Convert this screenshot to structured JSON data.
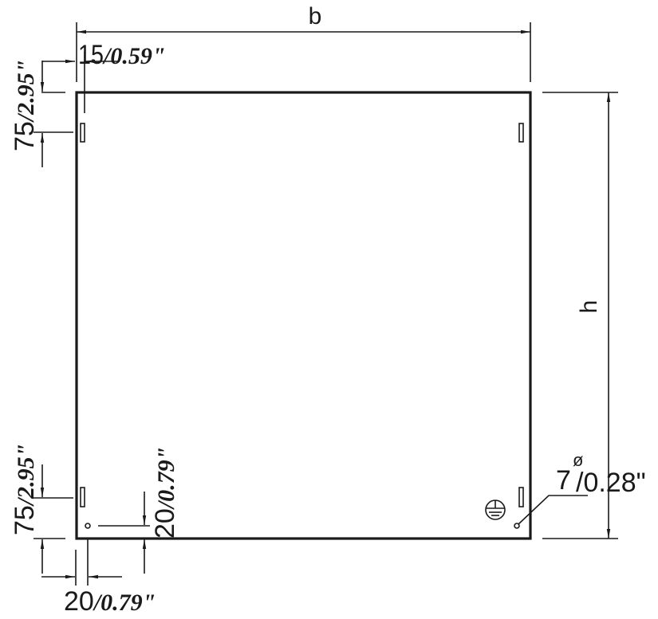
{
  "title": "Mounting plate dimension drawing",
  "dimensions": {
    "width": "b",
    "height": "h",
    "top_offset_x": {
      "mm": "15",
      "inch": "/0.59\""
    },
    "top_offset_y": {
      "mm": "75",
      "inch": "/2.95\""
    },
    "bottom_offset_y": {
      "mm": "75",
      "inch": "/2.95\""
    },
    "hole_offset_y": {
      "mm": "20",
      "inch": "/0.79\""
    },
    "hole_offset_x": {
      "mm": "20",
      "inch": "/0.79\""
    },
    "hole_diameter": {
      "mm": "7",
      "symbol": "ø",
      "inch": "/0.28\""
    }
  },
  "symbols": {
    "earth": "protective-earth-icon"
  },
  "colors": {
    "line": "#1a1a1a",
    "background": "#ffffff"
  }
}
